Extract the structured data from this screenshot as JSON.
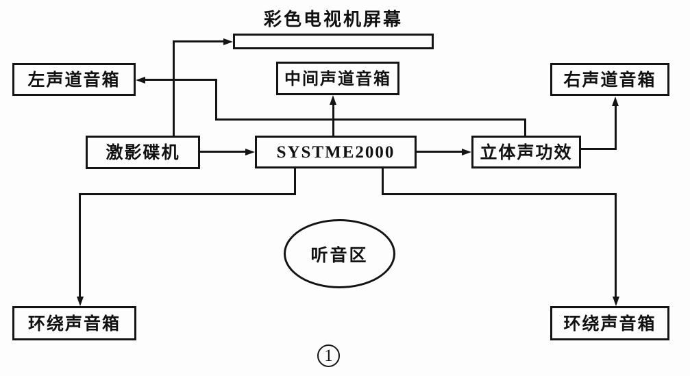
{
  "diagram": {
    "title": "彩色电视机屏幕",
    "figure_number": "1",
    "nodes": {
      "tv_screen": {
        "label": "",
        "shape": "wide-rectangle"
      },
      "left_speaker": {
        "label": "左声道音箱"
      },
      "center_speaker": {
        "label": "中间声道音箱"
      },
      "right_speaker": {
        "label": "右声道音箱"
      },
      "disc_player": {
        "label": "激影碟机"
      },
      "main_unit": {
        "label": "SYSTME2000"
      },
      "stereo_amp": {
        "label": "立体声功效"
      },
      "listening_area": {
        "label": "听音区",
        "shape": "ellipse"
      },
      "surround_left": {
        "label": "环绕声音箱"
      },
      "surround_right": {
        "label": "环绕声音箱"
      }
    },
    "connections": [
      {
        "from": "disc_player",
        "to": "tv_screen",
        "arrow": "into tv_screen left edge"
      },
      {
        "from": "disc_player",
        "to": "main_unit",
        "arrow": "into main_unit left edge"
      },
      {
        "from": "main_unit",
        "to": "center_speaker",
        "arrow": "up into center_speaker bottom"
      },
      {
        "from": "main_unit",
        "to": "stereo_amp",
        "arrow": "into stereo_amp left edge"
      },
      {
        "from": "stereo_amp",
        "to": "left_speaker",
        "arrow": "left into left_speaker right edge"
      },
      {
        "from": "stereo_amp",
        "to": "right_speaker",
        "arrow": "up into right_speaker bottom"
      },
      {
        "from": "main_unit",
        "to": "surround_left",
        "arrow": "down into surround_left top"
      },
      {
        "from": "main_unit",
        "to": "surround_right",
        "arrow": "down into surround_right top"
      }
    ],
    "colors": {
      "line": "#141414",
      "background": "#fdfdfd"
    }
  }
}
